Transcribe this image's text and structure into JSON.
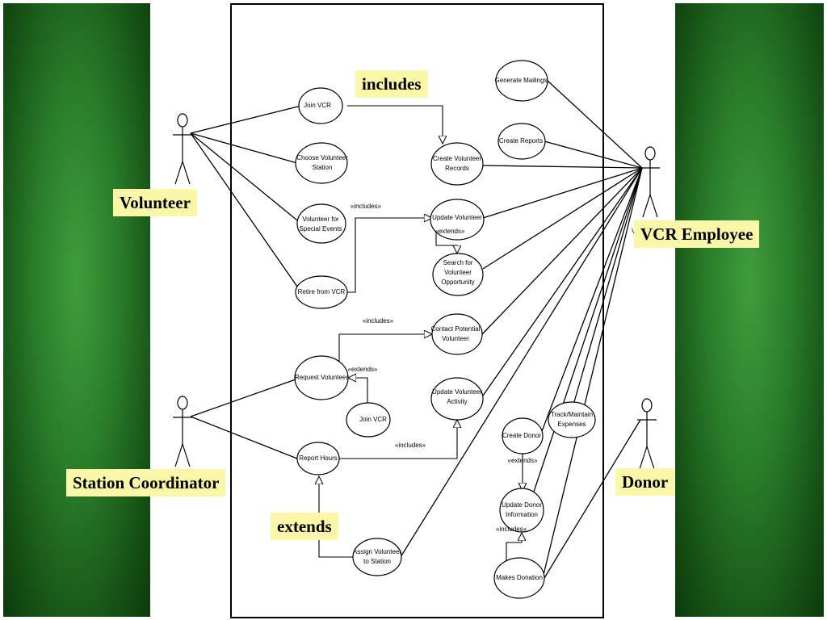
{
  "use_cases": {
    "join_vcr": "Join VCR",
    "choose_volunteer_station": [
      "Choose Volunteer",
      "Station"
    ],
    "volunteer_special_events": [
      "Volunteer for",
      "Special Events"
    ],
    "retire_from_vcr": "Retire from VCR",
    "create_volunteer_records": [
      "Create Volunteer",
      "Records"
    ],
    "update_volunteer": "Update Volunteer",
    "search_volunteer_opportunity": [
      "Search for",
      "Volunteer",
      "Opportunity"
    ],
    "contact_potential_volunteer": [
      "Contact Potential",
      "Volunteer"
    ],
    "request_volunteer": "Request Volunteer",
    "join_vcr_2": "Join VCR",
    "update_volunteer_activity": [
      "Update Volunteer",
      "Activity"
    ],
    "report_hours": "Report Hours",
    "assign_volunteer_station": [
      "Assign Volunteer",
      "to Station"
    ],
    "generate_mailings": "Generate Mailings",
    "create_reports": "Create Reports",
    "track_maintain_expenses": [
      "Track/Maintain",
      "Expenses"
    ],
    "create_donor": "Create Donor",
    "update_donor_information": [
      "Update Donor",
      "Information"
    ],
    "makes_donation": "Makes Donation"
  },
  "stereotypes": {
    "includes_1": "«includes»",
    "extends_1": "«extends»",
    "includes_2": "«includes»",
    "extends_2": "«extends»",
    "includes_3": "«includes»",
    "extends_3": "«extends»",
    "includes_4": "«includes»"
  },
  "actor_stub": "V",
  "callouts": {
    "includes": "includes",
    "volunteer": "Volunteer",
    "vcr_employee": "VCR Employee",
    "station_coordinator": "Station Coordinator",
    "extends": "extends",
    "donor": "Donor"
  }
}
